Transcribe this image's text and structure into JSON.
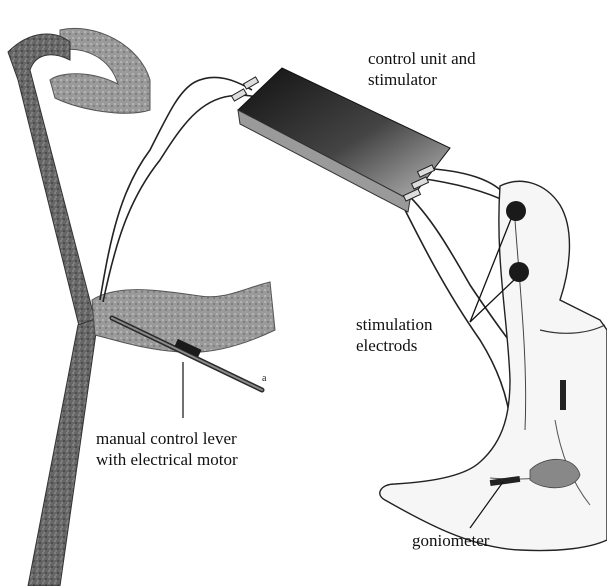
{
  "labels": {
    "control_unit": {
      "line1": "control unit and",
      "line2": "stimulator"
    },
    "electrodes": {
      "line1": "stimulation",
      "line2": "electrods"
    },
    "lever": {
      "line1": "manual control lever",
      "line2": "with electrical motor"
    },
    "goniometer": "goniometer"
  },
  "colors": {
    "ink": "#111111",
    "crutch": "#5a5a5a",
    "unit": "#2a2a2a",
    "electrode": "#1a1a1a",
    "skin": "#f4f4f4"
  }
}
